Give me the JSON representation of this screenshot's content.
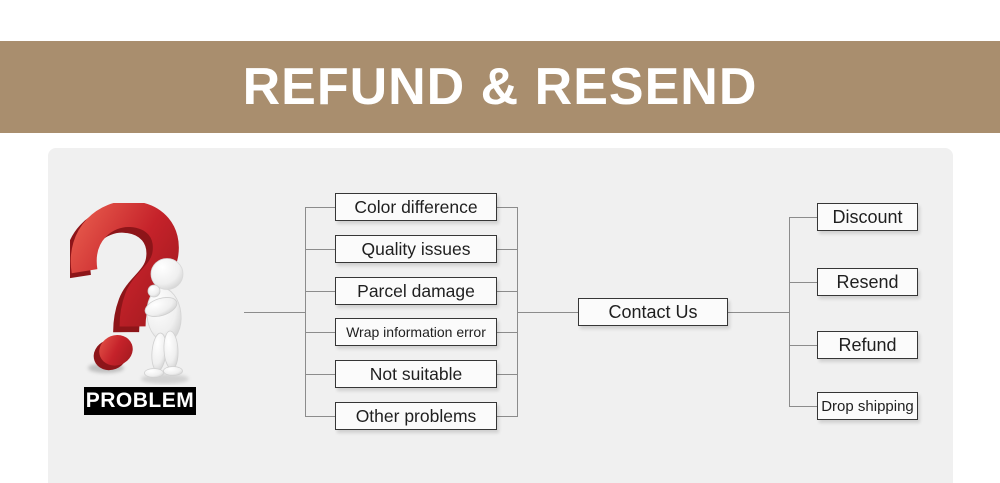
{
  "banner": {
    "title": "REFUND & RESEND"
  },
  "problem": {
    "label": "PROBLEM",
    "icon": "red-3d-question-mark-with-thinking-person"
  },
  "flow": {
    "causes": [
      "Color difference",
      "Quality issues",
      "Parcel damage",
      "Wrap information error",
      "Not suitable",
      "Other problems"
    ],
    "hub_label": "Contact Us",
    "solutions": [
      "Discount",
      "Resend",
      "Refund",
      "Drop shipping"
    ]
  },
  "colors": {
    "banner_bg": "#a98e6e",
    "banner_text": "#ffffff",
    "panel_bg": "#f0f0f0",
    "node_bg": "#fbfbfb",
    "node_border": "#363636",
    "node_text": "#1f1f1f",
    "connector": "#8c8c8c",
    "problem_bg": "#000000",
    "problem_text": "#ffffff",
    "question_mark_red": "#c5222a",
    "figure_white": "#f2f2f2"
  }
}
